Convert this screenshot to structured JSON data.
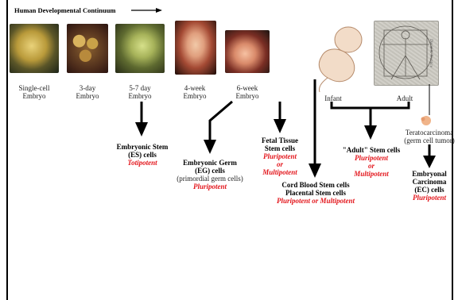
{
  "title": "Human Developmental Continuum",
  "stages": [
    {
      "line1": "Single-cell",
      "line2": "Embryo"
    },
    {
      "line1": "3-day",
      "line2": "Embryo"
    },
    {
      "line1": "5-7 day",
      "line2": "Embryo"
    },
    {
      "line1": "4-week",
      "line2": "Embryo"
    },
    {
      "line1": "6-week",
      "line2": "Embryo"
    }
  ],
  "infant_label": "Infant",
  "adult_label": "Adult",
  "artist_credit": "David A. Prentice",
  "teratocarcinoma": {
    "line1": "Teratocarcinoma",
    "line2": "(germ cell tumor)"
  },
  "cells": {
    "es": {
      "line1": "Embryonic Stem",
      "line2": "(ES) cells",
      "potency": "Totipotent"
    },
    "eg": {
      "line1": "Embryonic Germ",
      "line2": "(EG) cells",
      "line3": "(primordial germ cells)",
      "potency": "Pluripotent"
    },
    "fetal": {
      "line1": "Fetal Tissue",
      "line2": "Stem cells",
      "p1": "Pluripotent",
      "p2": "or",
      "p3": "Multipotent"
    },
    "cord": {
      "line1": "Cord Blood Stem cells",
      "line2": "Placental Stem cells",
      "potency": "Pluripotent or Multipotent"
    },
    "adult": {
      "line1": "\"Adult\" Stem cells",
      "p1": "Pluripotent",
      "p2": "or",
      "p3": "Multipotent"
    },
    "ec": {
      "line1": "Embryonal",
      "line2": "Carcinoma",
      "line3": "(EC) cells",
      "potency": "Pluripotent"
    }
  },
  "colors": {
    "potency": "#e3161c",
    "arrows": "#000000"
  }
}
